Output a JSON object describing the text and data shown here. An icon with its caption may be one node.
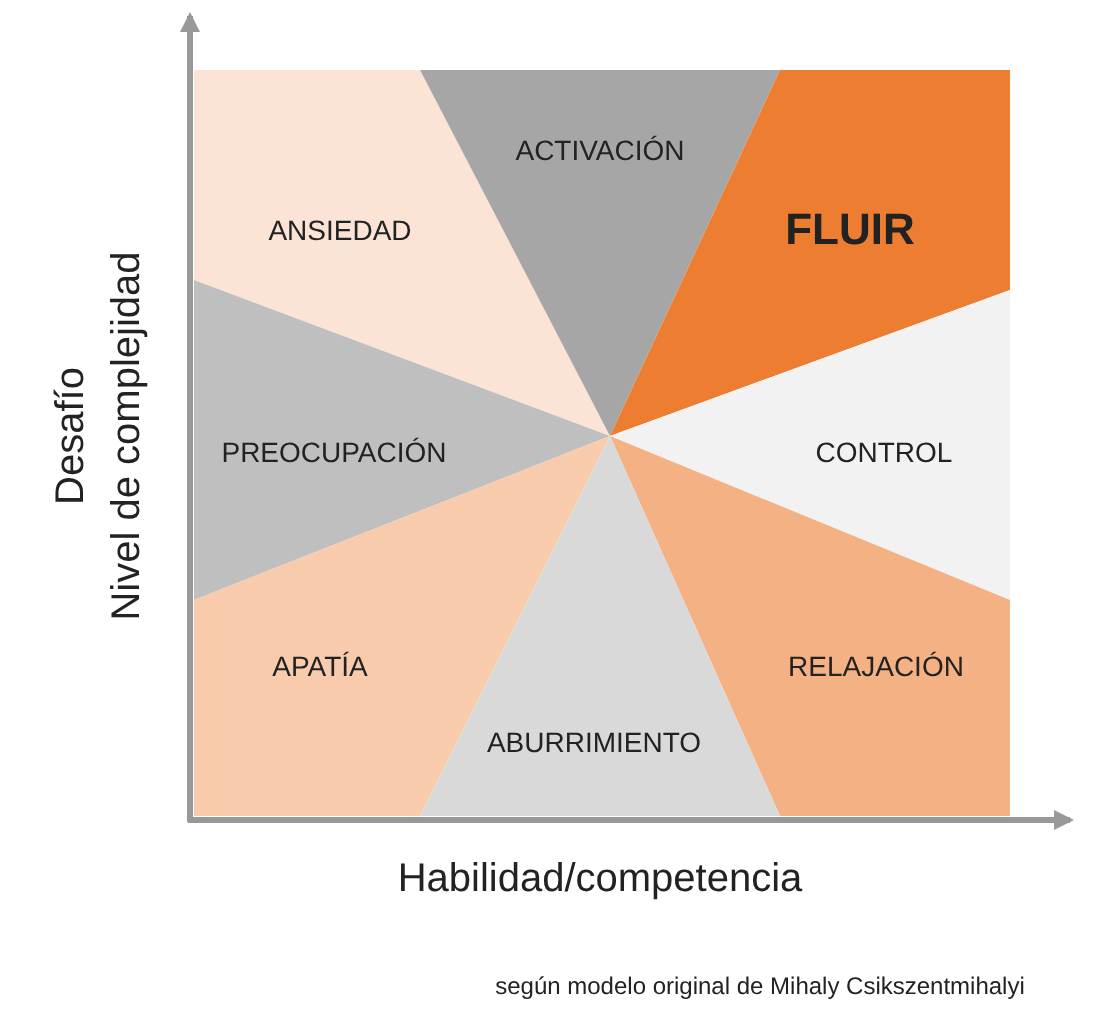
{
  "diagram": {
    "caption": "según modelo original de Mihaly Csikszentmihalyi",
    "nodes": [
      {
        "text": [
          "ANSIEDAD"
        ]
      },
      {
        "text": [
          "ACTIVACIÓN"
        ]
      },
      {
        "text": [
          "FLUIR"
        ]
      },
      {
        "text": [
          "PREOCUPACIÓN"
        ]
      },
      {
        "text": [
          "CONTROL"
        ]
      },
      {
        "text": [
          "APATÍA"
        ]
      },
      {
        "text": [
          "RELAJACIÓN"
        ]
      },
      {
        "text": [
          "ABURRIMIENTO"
        ]
      }
    ],
    "labels": [
      "Desafío",
      "Nivel de complejidad",
      "Habilidad/competencia"
    ]
  }
}
